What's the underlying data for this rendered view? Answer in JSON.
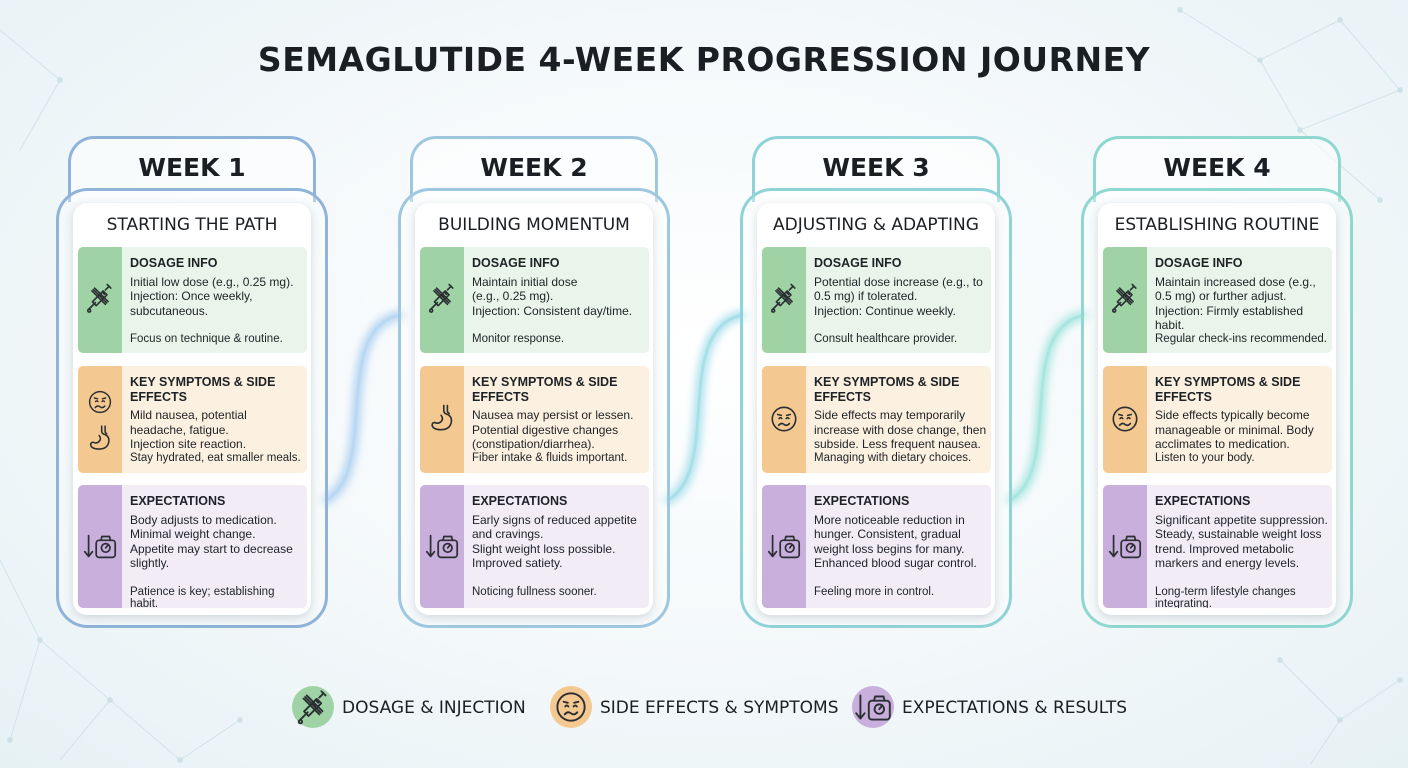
{
  "title": "SEMAGLUTIDE 4-WEEK PROGRESSION JOURNEY",
  "colors": {
    "dosage": "#9fd3a6",
    "side_effects": "#f4c891",
    "expectations": "#c8afdc",
    "week1": "#8fb3d9",
    "week2": "#9fc8e0",
    "week3": "#8fd3d8",
    "week4": "#8fd8d0"
  },
  "icons": {
    "dosage": "syringe-icon",
    "side_effects": "sick-face-icon",
    "stomach": "stomach-icon",
    "expectations": "weight-scale-down-arrow-icon"
  },
  "weeks": [
    {
      "label": "WEEK 1",
      "subtitle": "STARTING THE PATH",
      "dosage": {
        "title": "DOSAGE INFO",
        "body": "Initial low dose (e.g., 0.25 mg).\nInjection: Once weekly,\nsubcutaneous.",
        "note": "Focus on technique & routine."
      },
      "side_effects": {
        "title": "KEY SYMPTOMS & SIDE EFFECTS",
        "body": "Mild nausea, potential\nheadache, fatigue.\nInjection site reaction.",
        "note": "Stay hydrated, eat smaller meals."
      },
      "expectations": {
        "title": "EXPECTATIONS",
        "body": "Body adjusts to medication.\nMinimal weight change.\nAppetite may start to decrease\nslightly.",
        "note": "Patience is key; establishing habit."
      }
    },
    {
      "label": "WEEK 2",
      "subtitle": "BUILDING MOMENTUM",
      "dosage": {
        "title": "DOSAGE INFO",
        "body": "Maintain initial dose\n(e.g., 0.25 mg).\nInjection: Consistent day/time.",
        "note": "Monitor response."
      },
      "side_effects": {
        "title": "KEY SYMPTOMS & SIDE EFFECTS",
        "body": "Nausea may persist or lessen.\nPotential digestive changes\n(constipation/diarrhea).",
        "note": "Fiber intake & fluids important."
      },
      "expectations": {
        "title": "EXPECTATIONS",
        "body": "Early signs of reduced appetite\nand cravings.\nSlight weight loss possible.\nImproved satiety.",
        "note": "Noticing fullness sooner."
      }
    },
    {
      "label": "WEEK 3",
      "subtitle": "ADJUSTING & ADAPTING",
      "dosage": {
        "title": "DOSAGE INFO",
        "body": "Potential dose increase (e.g., to\n0.5 mg) if tolerated.\nInjection: Continue weekly.",
        "note": "Consult healthcare provider."
      },
      "side_effects": {
        "title": "KEY SYMPTOMS & SIDE EFFECTS",
        "body": "Side effects may temporarily\nincrease with dose change, then\nsubside. Less frequent nausea.",
        "note": "Managing with dietary choices."
      },
      "expectations": {
        "title": "EXPECTATIONS",
        "body": "More noticeable reduction in\nhunger. Consistent, gradual\nweight loss begins for many.\nEnhanced blood sugar control.",
        "note": "Feeling more in control."
      }
    },
    {
      "label": "WEEK 4",
      "subtitle": "ESTABLISHING ROUTINE",
      "dosage": {
        "title": "DOSAGE INFO",
        "body": "Maintain increased dose (e.g.,\n0.5 mg) or further adjust.\nInjection: Firmly established habit.",
        "note": "Regular check-ins recommended."
      },
      "side_effects": {
        "title": "KEY SYMPTOMS & SIDE EFFECTS",
        "body": "Side effects typically become\nmanageable or minimal. Body\nacclimates to medication.",
        "note": "Listen to your body."
      },
      "expectations": {
        "title": "EXPECTATIONS",
        "body": "Significant appetite suppression.\nSteady, sustainable weight loss\ntrend. Improved metabolic\nmarkers and energy levels.",
        "note": "Long-term lifestyle changes integrating."
      }
    }
  ],
  "legend": [
    {
      "label": "DOSAGE & INJECTION",
      "icon": "syringe-icon",
      "color": "#9fd3a6"
    },
    {
      "label": "SIDE EFFECTS & SYMPTOMS",
      "icon": "sick-face-icon",
      "color": "#f4c891"
    },
    {
      "label": "EXPECTATIONS & RESULTS",
      "icon": "weight-scale-down-arrow-icon",
      "color": "#c8afdc"
    }
  ]
}
